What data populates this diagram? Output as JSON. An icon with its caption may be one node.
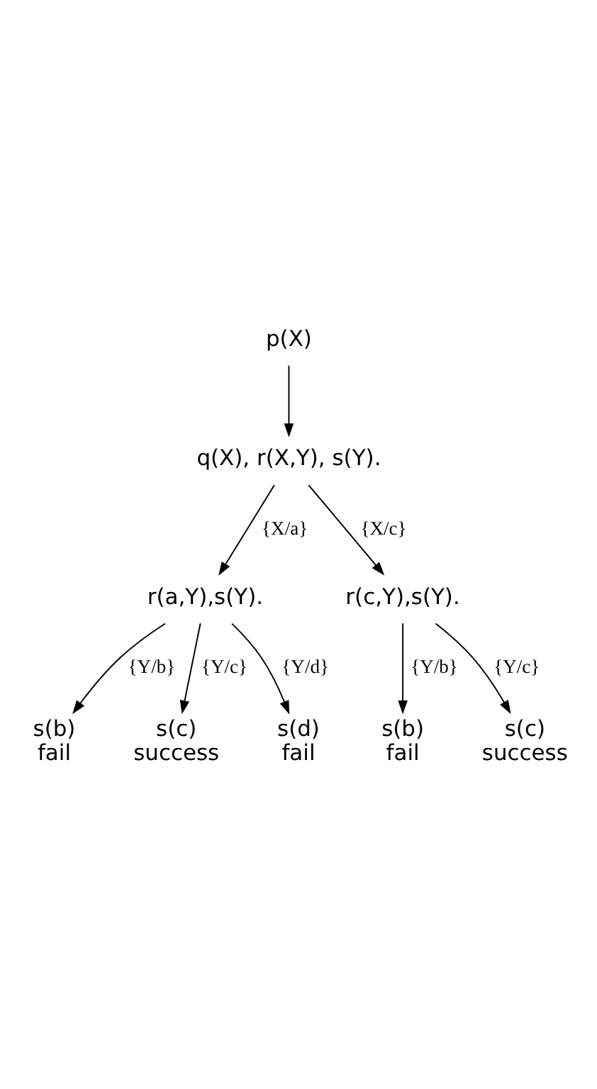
{
  "diagram": {
    "nodes": [
      {
        "text": [
          "p(X)"
        ]
      },
      {
        "text": [
          "q(X), r(X,Y), s(Y)."
        ]
      },
      {
        "text": [
          "r(a,Y),s(Y)."
        ]
      },
      {
        "text": [
          "s(b)"
        ],
        "beside": [
          "fail"
        ]
      },
      {
        "text": [
          "s(c)"
        ],
        "beside": [
          "success"
        ]
      },
      {
        "text": [
          "s(d)"
        ],
        "beside": [
          "fail"
        ]
      },
      {
        "text": [
          "r(c,Y),s(Y)."
        ]
      },
      {
        "text": [
          "s(b)"
        ],
        "beside": [
          "fail"
        ]
      },
      {
        "text": [
          "s(c)"
        ],
        "beside": [
          "success"
        ]
      }
    ],
    "edges": [
      {
        "from": 0,
        "to": 1,
        "arrow": "to"
      },
      {
        "from": 1,
        "to": 2,
        "arrow": "to",
        "label": "{X/a}"
      },
      {
        "from": 2,
        "to": 3,
        "arrow": "to",
        "label": "{Y/b}"
      },
      {
        "from": 2,
        "to": 4,
        "arrow": "to",
        "label": "{Y/c}"
      },
      {
        "from": 2,
        "to": 5,
        "arrow": "to",
        "label": "{Y/d}"
      },
      {
        "from": 1,
        "to": 6,
        "arrow": "to",
        "label": "{X/c}"
      },
      {
        "from": 6,
        "to": 7,
        "arrow": "to",
        "label": "{Y/b}"
      },
      {
        "from": 6,
        "to": 8,
        "arrow": "to",
        "label": "{Y/c}"
      }
    ]
  }
}
